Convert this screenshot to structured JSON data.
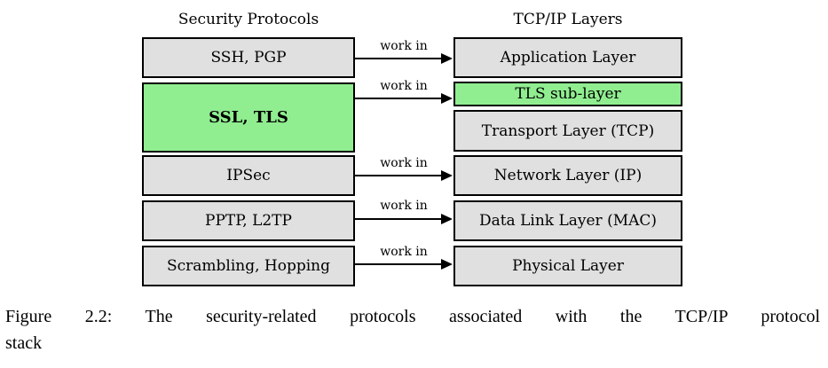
{
  "figure": {
    "left_header": "Security Protocols",
    "right_header": "TCP/IP Layers",
    "security_protocols": [
      {
        "label": "SSH, PGP",
        "highlighted": false
      },
      {
        "label": "SSL, TLS",
        "highlighted": true
      },
      {
        "label": "IPSec",
        "highlighted": false
      },
      {
        "label": "PPTP, L2TP",
        "highlighted": false
      },
      {
        "label": "Scrambling, Hopping",
        "highlighted": false
      }
    ],
    "tcpip_layers": [
      {
        "label": "Application Layer",
        "highlighted": false
      },
      {
        "label": "TLS sub-layer",
        "highlighted": true
      },
      {
        "label": "Transport Layer (TCP)",
        "highlighted": false
      },
      {
        "label": "Network Layer (IP)",
        "highlighted": false
      },
      {
        "label": "Data Link Layer (MAC)",
        "highlighted": false
      },
      {
        "label": "Physical Layer",
        "highlighted": false
      }
    ],
    "connections": [
      {
        "from": "SSH, PGP",
        "to": "Application Layer",
        "label": "work in"
      },
      {
        "from": "SSL, TLS",
        "to": "TLS sub-layer",
        "label": "work in"
      },
      {
        "from": "IPSec",
        "to": "Network Layer (IP)",
        "label": "work in"
      },
      {
        "from": "PPTP, L2TP",
        "to": "Data Link Layer (MAC)",
        "label": "work in"
      },
      {
        "from": "Scrambling, Hopping",
        "to": "Physical Layer",
        "label": "work in"
      }
    ],
    "colors": {
      "box_fill": "#e0e0e0",
      "highlight_fill": "#90ee90",
      "border": "#000000"
    }
  },
  "caption": {
    "line1": "Figure 2.2:  The security-related protocols associated with the TCP/IP protocol",
    "line2": "stack"
  }
}
